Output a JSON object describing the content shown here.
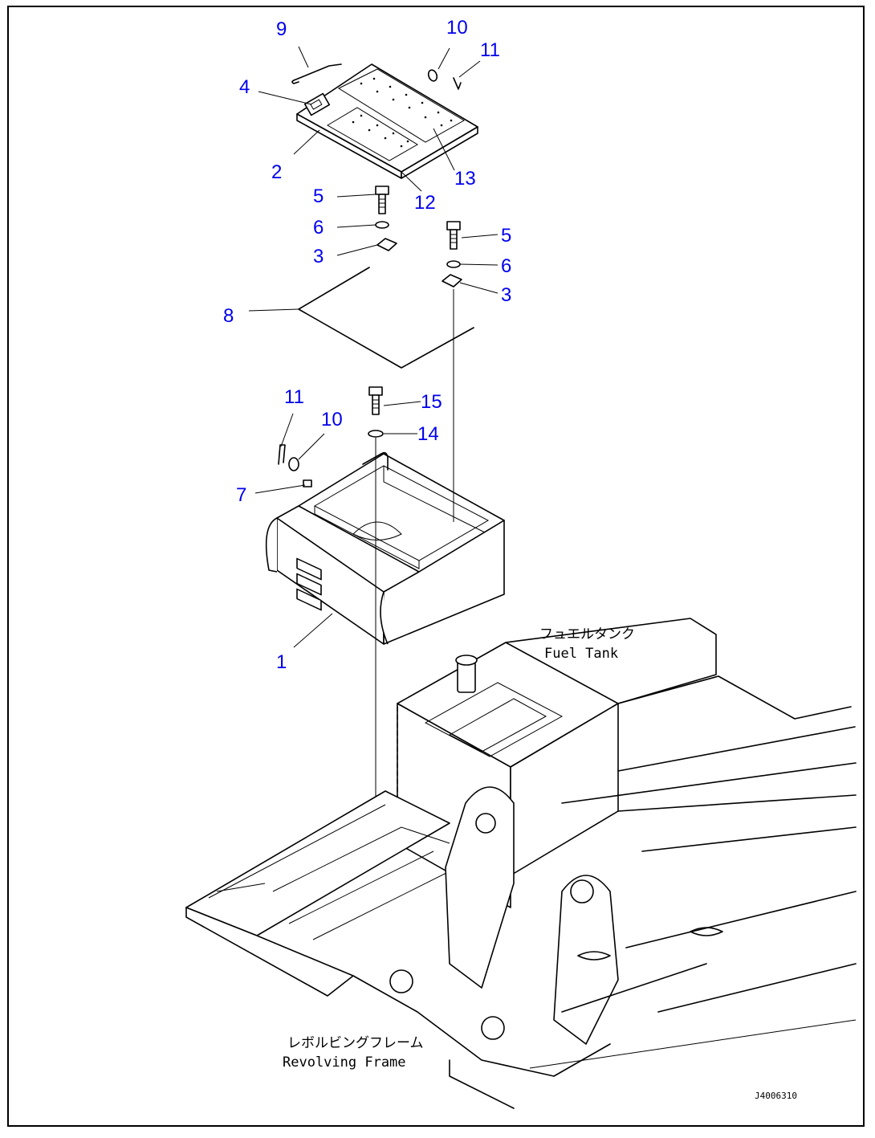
{
  "callouts": {
    "c9": "9",
    "c10_top": "10",
    "c11_top": "11",
    "c4": "4",
    "c2": "2",
    "c13": "13",
    "c12": "12",
    "c5_left": "5",
    "c6_left": "6",
    "c3_left": "3",
    "c5_right": "5",
    "c6_right": "6",
    "c3_right": "3",
    "c8": "8",
    "c11_mid": "11",
    "c10_mid": "10",
    "c15": "15",
    "c14": "14",
    "c7": "7",
    "c1": "1"
  },
  "captions": {
    "fuel_tank_jp": "フュエルタンク",
    "fuel_tank_en": "Fuel Tank",
    "revolving_frame_jp": "レボルビングフレーム",
    "revolving_frame_en": "Revolving Frame"
  },
  "drawing_code": "J4006310",
  "colors": {
    "callout": "#0000ee",
    "line": "#000000",
    "background": "#ffffff"
  }
}
